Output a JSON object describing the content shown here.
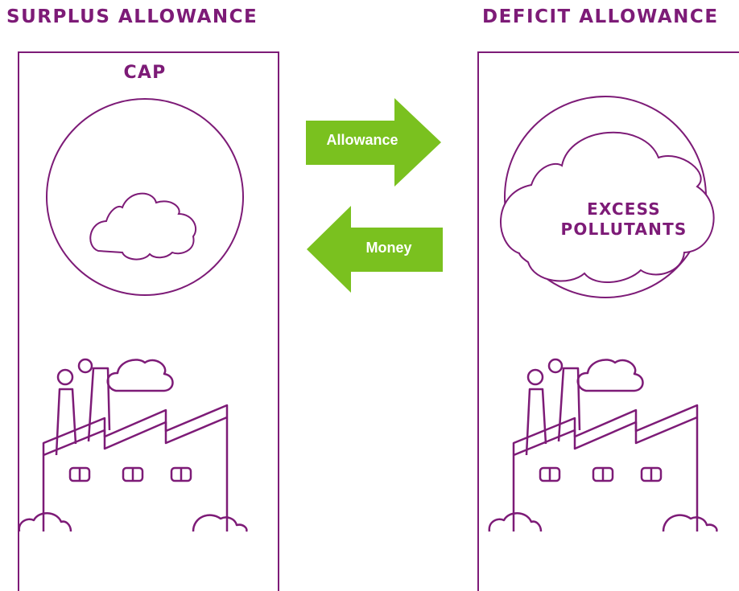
{
  "headings": {
    "left": "SURPLUS ALLOWANCE",
    "right": "DEFICIT ALLOWANCE"
  },
  "labels": {
    "cap": "CAP",
    "excess_pollutants": "EXCESS\nPOLLUTANTS"
  },
  "arrows": {
    "allowance": "Allowance",
    "money": "Money"
  },
  "colors": {
    "outline": "#7d1b77",
    "arrow": "#7ac11f",
    "arrow_text": "#ffffff"
  }
}
